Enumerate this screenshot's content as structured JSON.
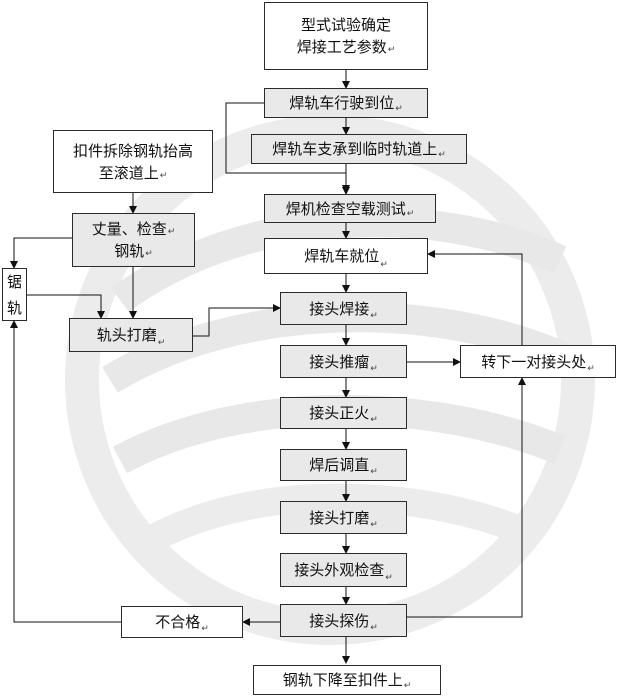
{
  "watermark": {
    "color": "#e6e6e6"
  },
  "colors": {
    "line": "#111111",
    "border": "#2b2b2b",
    "gray_fill": "#e9e9e9"
  },
  "enter_mark": "↵",
  "nodes": {
    "type_test": {
      "lines": [
        "型式试验确定",
        "焊接工艺参数"
      ]
    },
    "drive_in": {
      "text": "焊轨车行驶到位"
    },
    "support": {
      "text": "焊轨车支承到临时轨道上"
    },
    "remove_fastener": {
      "lines": [
        "扣件拆除钢轨抬高",
        "至滚道上"
      ]
    },
    "no_load_test": {
      "text": "焊机检查空载测试"
    },
    "measure": {
      "lines": [
        "丈量、检查",
        "钢轨"
      ]
    },
    "positioning": {
      "text": "焊轨车就位"
    },
    "saw": {
      "chars": [
        "锯",
        "轨"
      ]
    },
    "rail_grind": {
      "text": "轨头打磨"
    },
    "welding": {
      "text": "接头焊接"
    },
    "upset": {
      "text": "接头推瘤"
    },
    "next_joint": {
      "text": "转下一对接头处"
    },
    "normalize": {
      "text": "接头正火"
    },
    "straighten": {
      "text": "焊后调直"
    },
    "joint_grind": {
      "text": "接头打磨"
    },
    "visual": {
      "text": "接头外观检查"
    },
    "unqualified": {
      "text": "不合格"
    },
    "flaw": {
      "text": "接头探伤"
    },
    "lower": {
      "text": "钢轨下降至扣件上"
    }
  }
}
